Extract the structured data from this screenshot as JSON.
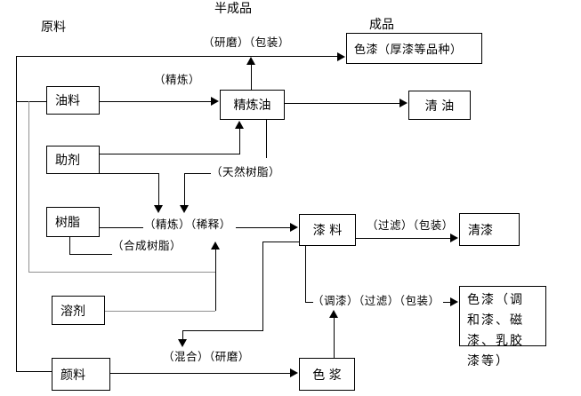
{
  "colors": {
    "background": "#ffffff",
    "line": "#000000",
    "secondary_line": "#909090",
    "text": "#000000"
  },
  "stage_labels": {
    "raw_materials": "原料",
    "semi_finished": "半成品",
    "finished": "成品"
  },
  "boxes": {
    "oil": "油料",
    "auxiliary": "助剂",
    "resin": "树脂",
    "solvent": "溶剂",
    "pigment": "颜料",
    "refined_oil": "精炼油",
    "thick_color_paint": "色漆（厚漆等品种）",
    "clear_oil": "清 油",
    "paint_base": "漆 料",
    "varnish": "清漆",
    "blended_color_paint": "色漆（调和漆、磁漆、乳胶漆等）",
    "color_paste": "色 浆"
  },
  "process_labels": {
    "grind_pack": "（研磨）（包装）",
    "refine": "（精炼）",
    "natural_resin": "（天然树脂）",
    "refine_dilute": "（精炼）（稀释）",
    "synthetic_resin": "（合成树脂）",
    "filter_pack": "（过滤）（包装）",
    "tint_filter_pack": "（调漆）（过滤）（包装）",
    "mix_grind": "（混合）（研磨）"
  }
}
